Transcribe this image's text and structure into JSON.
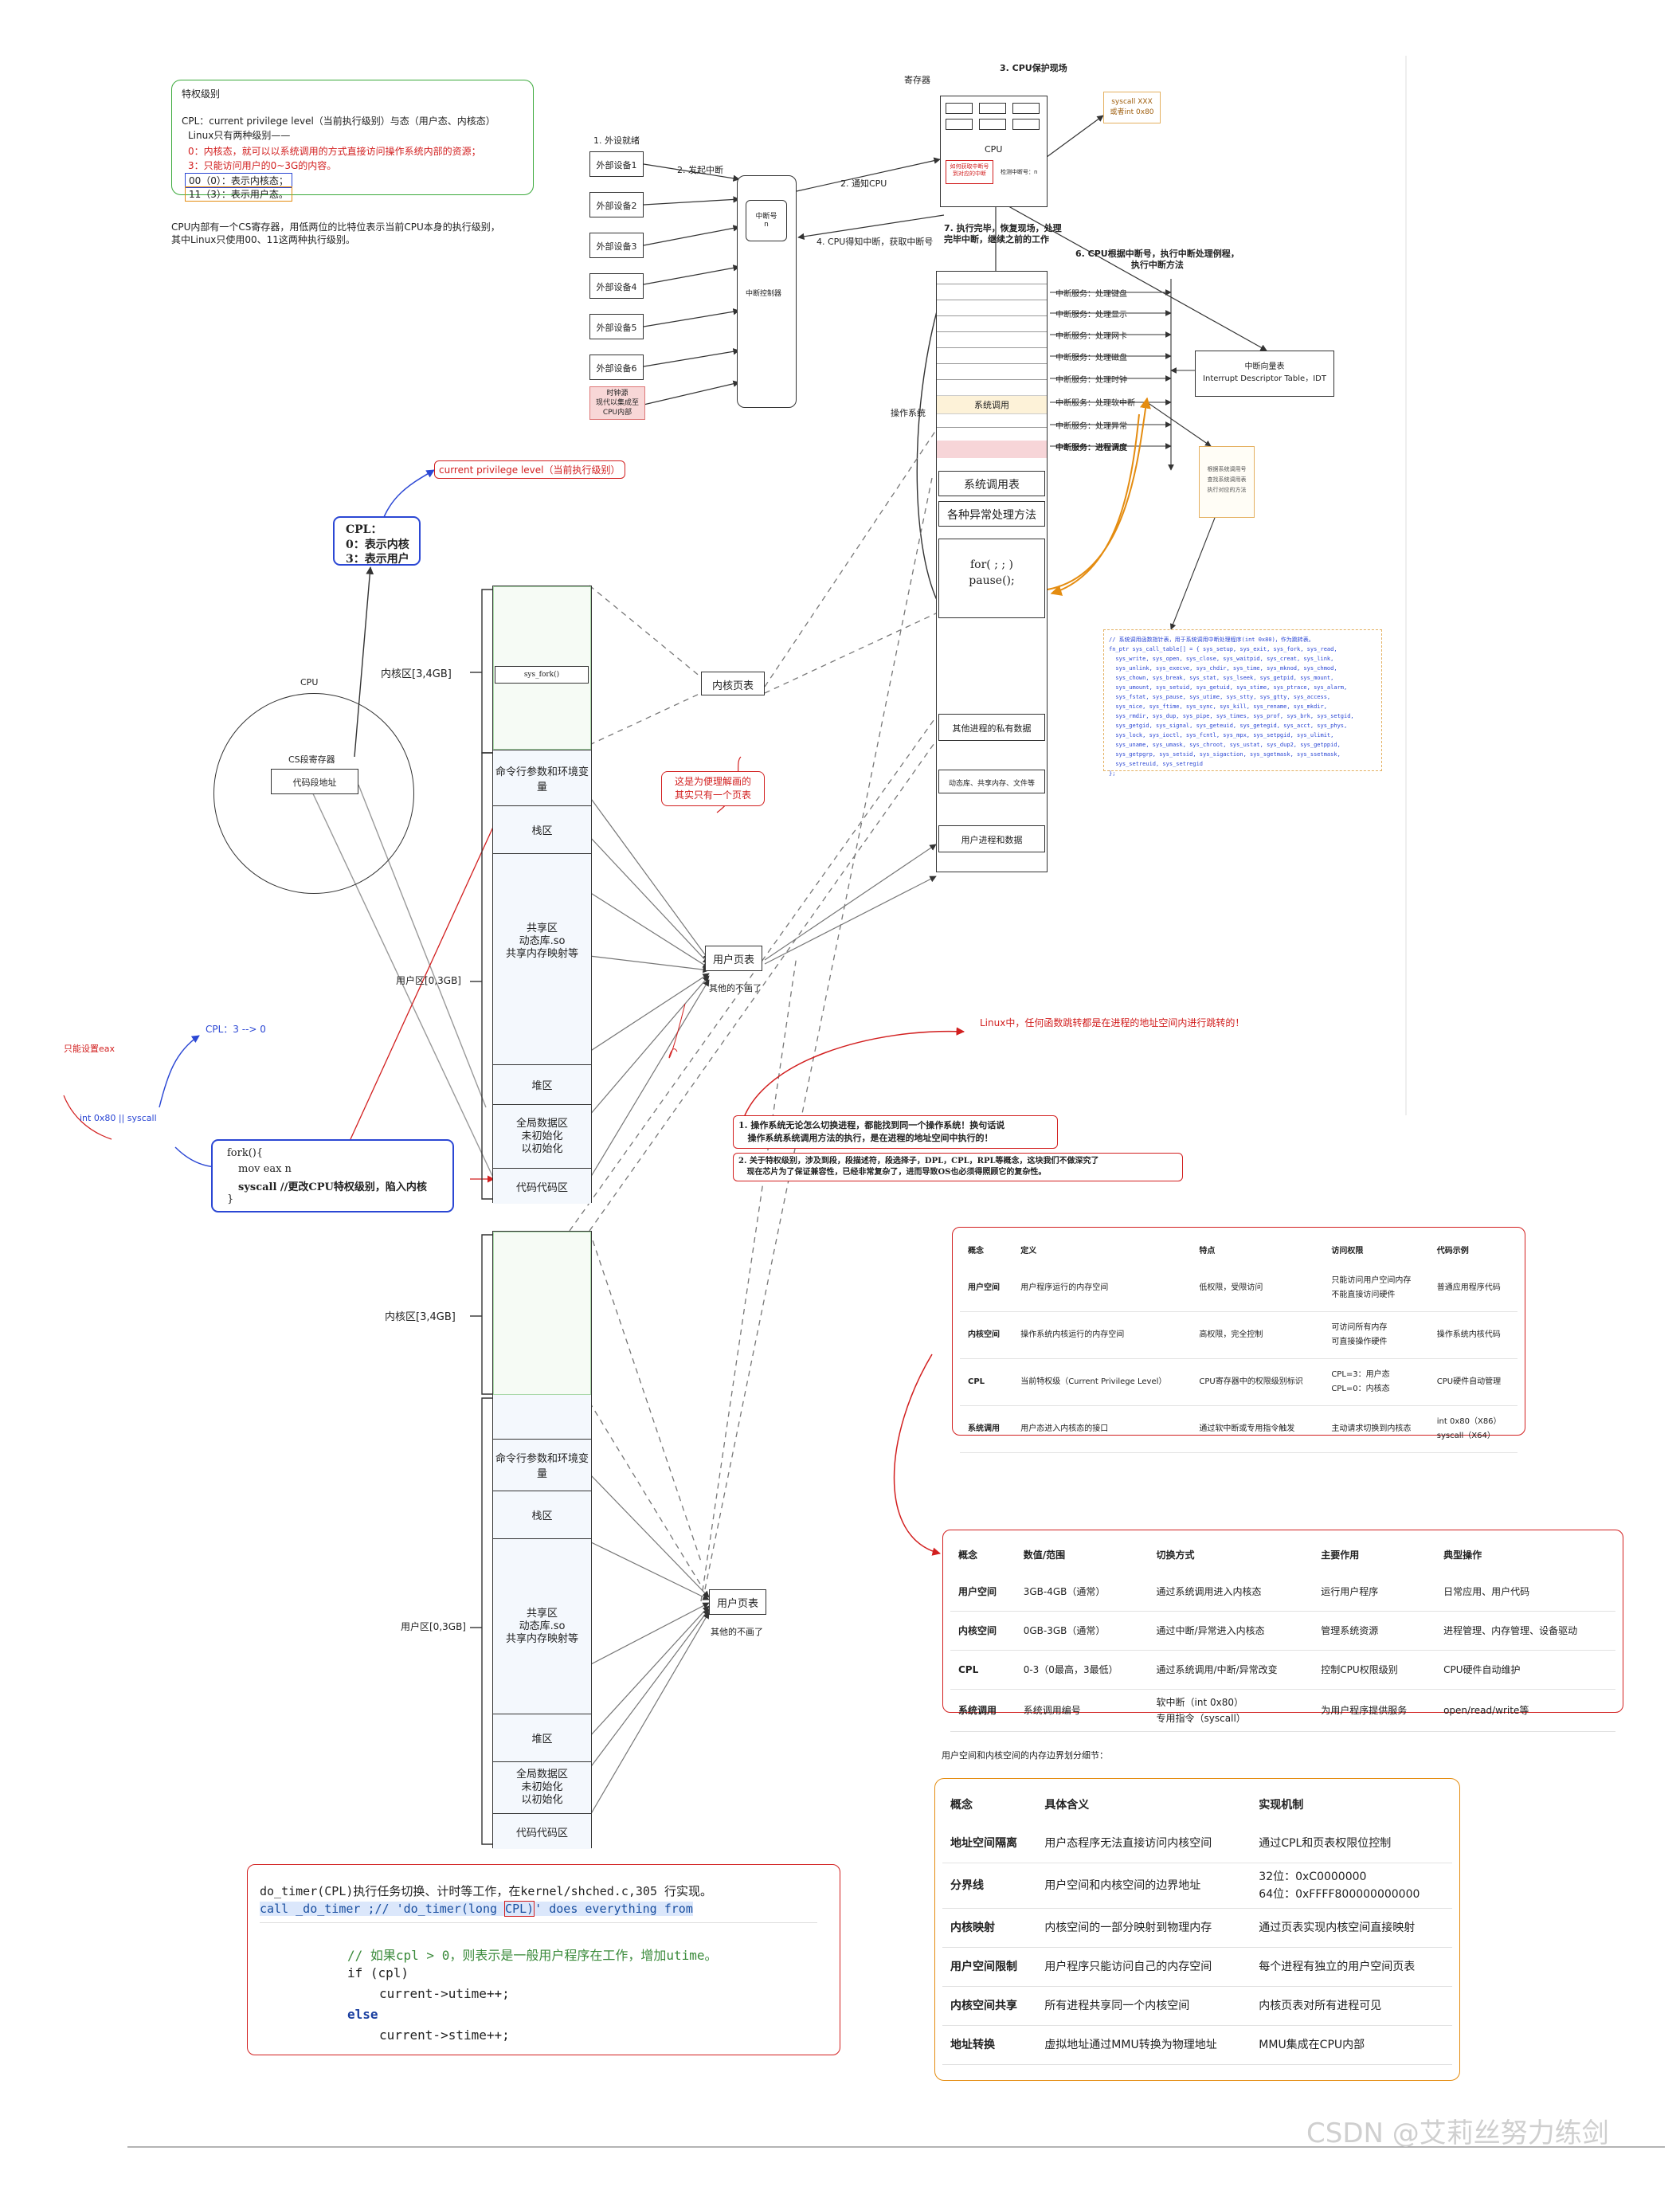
{
  "privilege_box": {
    "title": "特权级别",
    "line1": "CPL：current privilege level（当前执行级别）与态（用户态、内核态）",
    "line2": "Linux只有两种级别——",
    "line3": "0：内核态，就可以以系统调用的方式直接访问操作系统内部的资源；",
    "line4": "3：只能访问用户的0~3G的内容。",
    "line5": "00（0）：表示内核态；",
    "line6": "11（3）：表示用户态。"
  },
  "cs_note": {
    "line1": "CPU内部有一个CS寄存器，用低两位的比特位表示当前CPU本身的执行级别，",
    "line2": "其中Linux只使用00、11这两种执行级别。"
  },
  "interrupt_flow": {
    "step1": "1. 外设就绪",
    "step2": "2. 发起中断",
    "step3": "2. 通知CPU",
    "step4": "4. CPU得知中断，获取中断号",
    "devices": [
      "外部设备1",
      "外部设备2",
      "外部设备3",
      "外部设备4",
      "外部设备5",
      "外部设备6"
    ],
    "clock": "时钟源\n现代以集成至\nCPU内部",
    "controller": "中断控制器",
    "irq_no": "中断号\nn",
    "registers": "寄存器",
    "step3b": "3. CPU保护现场",
    "cpu": "CPU",
    "cpu_inner1": "如何获取中断号到对应的中断",
    "cpu_inner2": "检测中断号：n",
    "syscall_note": "syscall XXX\n或者int 0x80",
    "step7": "7. 执行完毕，恢复现场，处理\n完毕中断，继续之前的工作",
    "step6": "6. CPU根据中断号，执行中断处理例程，\n执行中断方法",
    "idt": "中断向量表\nInterrupt Descriptor Table，IDT"
  },
  "handlers": [
    "中断服务：处理键盘",
    "中断服务：处理显示",
    "中断服务：处理网卡",
    "中断服务：处理磁盘",
    "中断服务：处理时钟",
    "中断服务：处理软中断",
    "中断服务：处理异常",
    "中断服务：进程调度"
  ],
  "os_stack": {
    "label": "操作系统",
    "syscall_call": "系统调用",
    "syscall_table": "系统调用表",
    "exceptions": "各种异常处理方法",
    "loop": "for( ; ; )\npause();",
    "private": "其他进程的私有数据",
    "dynlib": "动态库、共享内存、文件等",
    "user": "用户进程和数据"
  },
  "note_yellow": "根据系统调用号\n查找系统调用表\n执行对应的方法",
  "syscall_code": "// 系统调用函数指针表，用于系统调用中断处理程序(int 0x80)，作为跳转表。\nfn_ptr sys_call_table[] = { sys_setup, sys_exit, sys_fork, sys_read,\n  sys_write, sys_open, sys_close, sys_waitpid, sys_creat, sys_link,\n  sys_unlink, sys_execve, sys_chdir, sys_time, sys_mknod, sys_chmod,\n  sys_chown, sys_break, sys_stat, sys_lseek, sys_getpid, sys_mount,\n  sys_umount, sys_setuid, sys_getuid, sys_stime, sys_ptrace, sys_alarm,\n  sys_fstat, sys_pause, sys_utime, sys_stty, sys_gtty, sys_access,\n  sys_nice, sys_ftime, sys_sync, sys_kill, sys_rename, sys_mkdir,\n  sys_rmdir, sys_dup, sys_pipe, sys_times, sys_prof, sys_brk, sys_setgid,\n  sys_getgid, sys_signal, sys_geteuid, sys_getegid, sys_acct, sys_phys,\n  sys_lock, sys_ioctl, sys_fcntl, sys_mpx, sys_setpgid, sys_ulimit,\n  sys_uname, sys_umask, sys_chroot, sys_ustat, sys_dup2, sys_getppid,\n  sys_getpgrp, sys_setsid, sys_sigaction, sys_sgetmask, sys_ssetmask,\n  sys_setreuid, sys_setregid\n};",
  "cpl_label": {
    "line1": "CPL：",
    "line2": "0：表示内核",
    "line3": "3：表示用户"
  },
  "cpl_annot": "current privilege level（当前执行级别）",
  "cpu_circle": {
    "label": "CPU",
    "cs": "CS段寄存器",
    "code_addr": "代码段地址"
  },
  "mem1": {
    "kernel_label": "内核区[3,4GB]",
    "user_label": "用户区[0,3GB]",
    "fork": "sys_fork()",
    "seg_args": "命令行参数和环境变量",
    "seg_stack": "栈区",
    "seg_shared": "共享区\n动态库.so\n共享内存映射等",
    "seg_heap": "堆区",
    "seg_data": "全局数据区\n未初始化\n以初始化",
    "seg_code": "代码代码区"
  },
  "kernel_pt": "内核页表",
  "user_pt": "用户页表",
  "others": "其他的不画了",
  "note_red": "这是为便理解画的\n其实只有一个页表",
  "mem2": {
    "kernel_label": "内核区[3,4GB]",
    "user_label": "用户区[0,3GB]",
    "seg_args": "命令行参数和环境变量",
    "seg_stack": "栈区",
    "seg_shared": "共享区\n动态库.so\n共享内存映射等",
    "seg_heap": "堆区",
    "seg_data": "全局数据区\n未初始化\n以初始化",
    "seg_code": "代码代码区"
  },
  "eax_note": "只能设置eax",
  "int_note": "int 0x80 || syscall",
  "cpl_change": "CPL：3 --> 0",
  "fork_code": {
    "l1": "fork(){",
    "l2": "mov eax n",
    "l3": "syscall //更改CPU特权级别，陷入内核",
    "l4": "}"
  },
  "linux_note": "Linux中，任何函数跳转都是在进程的地址空间内进行跳转的！",
  "point1": "1. 操作系统无论怎么切换进程，都能找到同一个操作系统！换句话说\n   操作系统系统调用方法的执行，是在进程的地址空间中执行的！",
  "point2": "2. 关于特权级别，涉及到段，段描述符，段选择子，DPL，CPL，RPL等概念，这块我们不做深究了\n   现在芯片为了保证兼容性，已经非常复杂了，进而导致OS也必须得照顾它的复杂性。",
  "table1": {
    "headers": [
      "概念",
      "定义",
      "特点",
      "访问权限",
      "代码示例"
    ],
    "rows": [
      [
        "用户空间",
        "用户程序运行的内存空间",
        "低权限，受限访问",
        "只能访问用户空间内存\n不能直接访问硬件",
        "普通应用程序代码"
      ],
      [
        "内核空间",
        "操作系统内核运行的内存空间",
        "高权限，完全控制",
        "可访问所有内存\n可直接操作硬件",
        "操作系统内核代码"
      ],
      [
        "CPL",
        "当前特权级（Current Privilege Level）",
        "CPU寄存器中的权限级别标识",
        "CPL=3：用户态\nCPL=0：内核态",
        "CPU硬件自动管理"
      ],
      [
        "系统调用",
        "用户态进入内核态的接口",
        "通过软中断或专用指令触发",
        "主动请求切换到内核态",
        "int 0x80（X86）\nsyscall（X64）"
      ]
    ]
  },
  "table2": {
    "headers": [
      "概念",
      "数值/范围",
      "切换方式",
      "主要作用",
      "典型操作"
    ],
    "rows": [
      [
        "用户空间",
        "3GB-4GB（通常）",
        "通过系统调用进入内核态",
        "运行用户程序",
        "日常应用、用户代码"
      ],
      [
        "内核空间",
        "0GB-3GB（通常）",
        "通过中断/异常进入内核态",
        "管理系统资源",
        "进程管理、内存管理、设备驱动"
      ],
      [
        "CPL",
        "0-3（0最高，3最低）",
        "通过系统调用/中断/异常改变",
        "控制CPU权限级别",
        "CPU硬件自动维护"
      ],
      [
        "系统调用",
        "系统调用编号",
        "软中断（int 0x80）\n专用指令（syscall）",
        "为用户程序提供服务",
        "open/read/write等"
      ]
    ]
  },
  "table3_caption": "用户空间和内核空间的内存边界划分细节：",
  "table3": {
    "headers": [
      "概念",
      "具体含义",
      "实现机制"
    ],
    "rows": [
      [
        "地址空间隔离",
        "用户态程序无法直接访问内核空间",
        "通过CPL和页表权限位控制"
      ],
      [
        "分界线",
        "用户空间和内核空间的边界地址",
        "32位：0xC0000000\n64位：0xFFFF800000000000"
      ],
      [
        "内核映射",
        "内核空间的一部分映射到物理内存",
        "通过页表实现内核空间直接映射"
      ],
      [
        "用户空间限制",
        "用户程序只能访问自己的内存空间",
        "每个进程有独立的用户空间页表"
      ],
      [
        "内核空间共享",
        "所有进程共享同一个内核空间",
        "内核页表对所有进程可见"
      ],
      [
        "地址转换",
        "虚拟地址通过MMU转换为物理地址",
        "MMU集成在CPU内部"
      ]
    ]
  },
  "timer_code": {
    "l1": "do_timer(CPL)执行任务切换、计时等工作，在kernel/shched.c,305 行实现。",
    "l2a": "call _do_timer ;// 'do_timer(long ",
    "l2b": "CPL)",
    "l2c": "' does everything from",
    "l3": "// 如果cpl > 0，则表示是一般用户程序在工作，增加utime。",
    "l4": "if (cpl)",
    "l5": "current->utime++;",
    "l6": "else",
    "l7": "current->stime++;"
  },
  "watermark": "CSDN @艾莉丝努力练剑"
}
